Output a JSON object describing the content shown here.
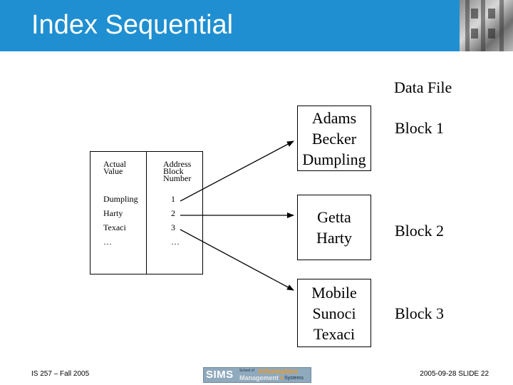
{
  "slide": {
    "title": "Index Sequential",
    "footer_left": "IS 257 – Fall 2005",
    "footer_right": "2005-09-28 SLIDE 22"
  },
  "logo": {
    "main": "SIMS",
    "school_of": "School of",
    "information": "Information",
    "management": "Management",
    "and": "&",
    "systems": "Systems",
    "bg_color": "#8fa9bd"
  },
  "index": {
    "headers": [
      "Actual\nValue",
      "Address\nBlock\nNumber"
    ],
    "rows": [
      [
        "Dumpling",
        "1"
      ],
      [
        "Harty",
        "2"
      ],
      [
        "Texaci",
        "3"
      ],
      [
        "…",
        "…"
      ]
    ]
  },
  "data_file": {
    "label": "Data File",
    "blocks": [
      {
        "records": "Adams\nBecker\nDumpling",
        "label": "Block 1"
      },
      {
        "records": "Getta\nHarty",
        "label": "Block 2"
      },
      {
        "records": "Mobile\nSunoci\nTexaci",
        "label": "Block 3"
      }
    ]
  },
  "colors": {
    "header_bg": "#1f8fd1",
    "header_text": "#ffffff"
  }
}
